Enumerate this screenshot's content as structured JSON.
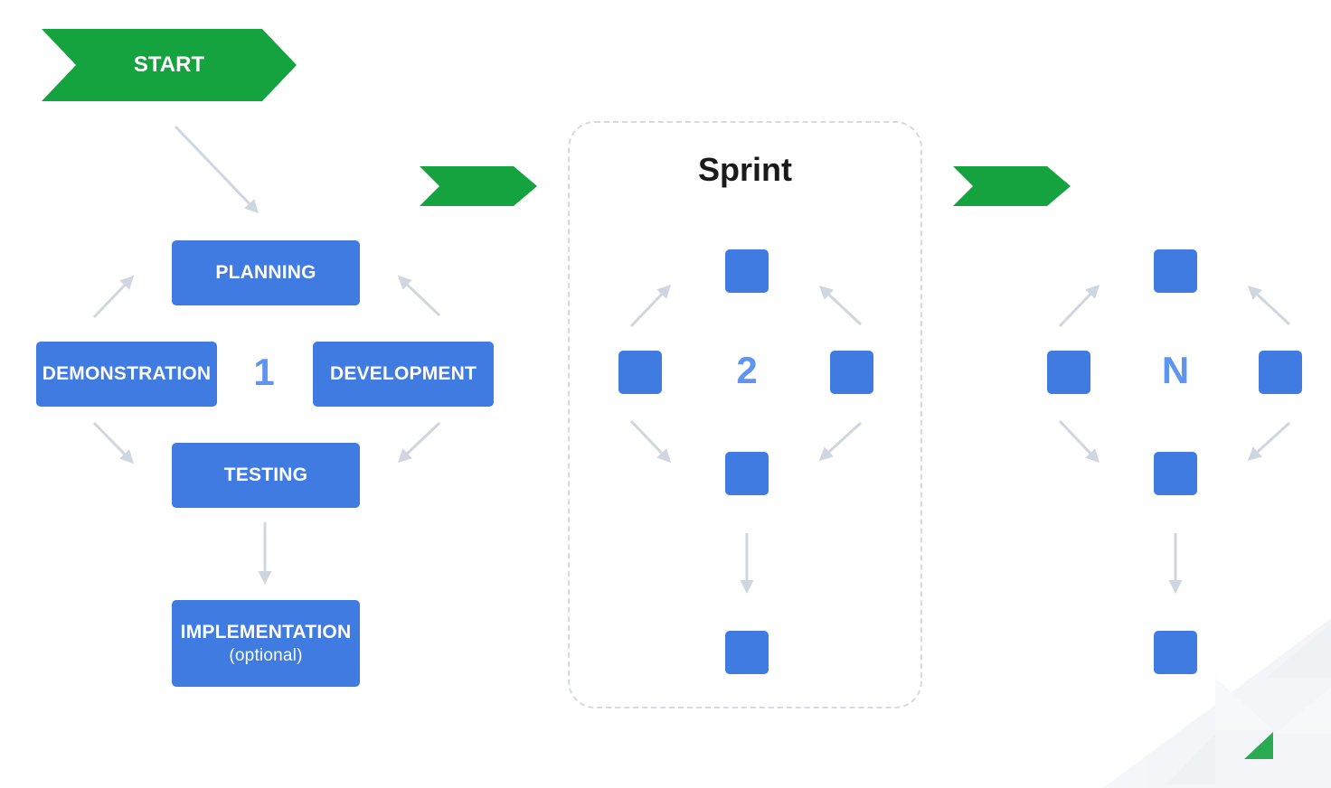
{
  "colors": {
    "box_blue": "#3f7be0",
    "number_blue": "#5f95ee",
    "chevron_green": "#15a33f",
    "arrow_gray": "#d0d6df",
    "frame_gray": "#d6dbe3"
  },
  "start": {
    "label": "START"
  },
  "sprint1": {
    "number": "1",
    "planning": "PLANNING",
    "demonstration": "DEMONSTRATION",
    "development": "DEVELOPMENT",
    "testing": "TESTING",
    "implementation": "IMPLEMENTATION",
    "implementation_note": "(optional)"
  },
  "sprint2": {
    "title": "Sprint",
    "number": "2"
  },
  "sprintN": {
    "number": "N"
  }
}
